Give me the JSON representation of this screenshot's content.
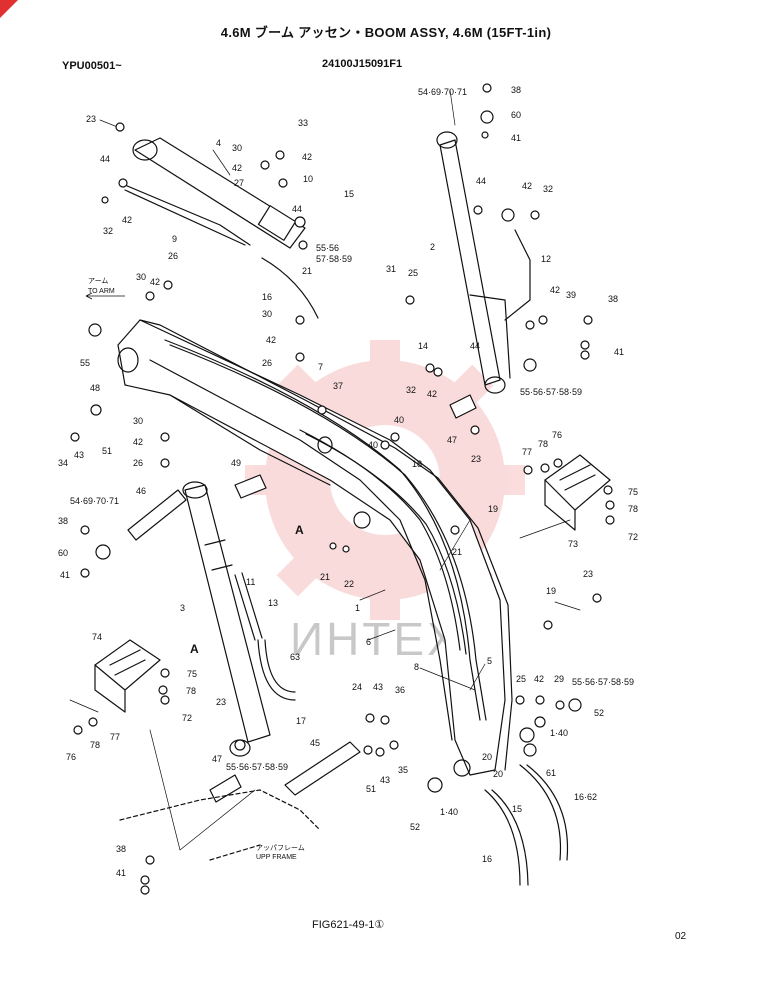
{
  "header": {
    "title": "4.6M ブーム アッセン・BOOM ASSY, 4.6M (15FT-1in)",
    "serial": "YPU00501~",
    "part_number": "24100J15091F1"
  },
  "footer": {
    "figure": "FIG621-49-1①",
    "page": "02"
  },
  "watermark": {
    "text": "ИНТЕХ",
    "color": "#e84040"
  },
  "notes": {
    "to_arm_jp": "アーム",
    "to_arm": "TO ARM",
    "upp_frame_jp": "アッパフレーム",
    "upp_frame": "UPP FRAME"
  },
  "callouts": [
    "23",
    "4",
    "30",
    "33",
    "42",
    "44",
    "42",
    "27",
    "10",
    "15",
    "32",
    "42",
    "9",
    "44",
    "55·56",
    "57·58·59",
    "21",
    "16",
    "26",
    "30",
    "42",
    "30",
    "42",
    "26",
    "55",
    "48",
    "51",
    "34",
    "43",
    "7",
    "37",
    "30",
    "42",
    "26",
    "49",
    "40",
    "40",
    "18",
    "19",
    "21",
    "54·69·70·71",
    "46",
    "38",
    "60",
    "41",
    "3",
    "11",
    "13",
    "63",
    "A",
    "74",
    "75",
    "78",
    "72",
    "23",
    "76",
    "78",
    "77",
    "55·56·57·58·59",
    "17",
    "47",
    "45",
    "51",
    "43",
    "35",
    "36",
    "24",
    "43",
    "22",
    "21",
    "1",
    "6",
    "A",
    "5",
    "8",
    "25",
    "42",
    "29",
    "55·56·57·58·59",
    "52",
    "1·40",
    "61",
    "20",
    "20",
    "52",
    "1·40",
    "15",
    "16",
    "16·62",
    "19",
    "23",
    "54·69·70·71",
    "38",
    "60",
    "41",
    "44",
    "42",
    "32",
    "2",
    "12",
    "31",
    "25",
    "42",
    "39",
    "38",
    "14",
    "44",
    "41",
    "32",
    "42",
    "55·56·57·58·59",
    "47",
    "23",
    "76",
    "78",
    "77",
    "75",
    "78",
    "72",
    "73",
    "38",
    "41"
  ]
}
